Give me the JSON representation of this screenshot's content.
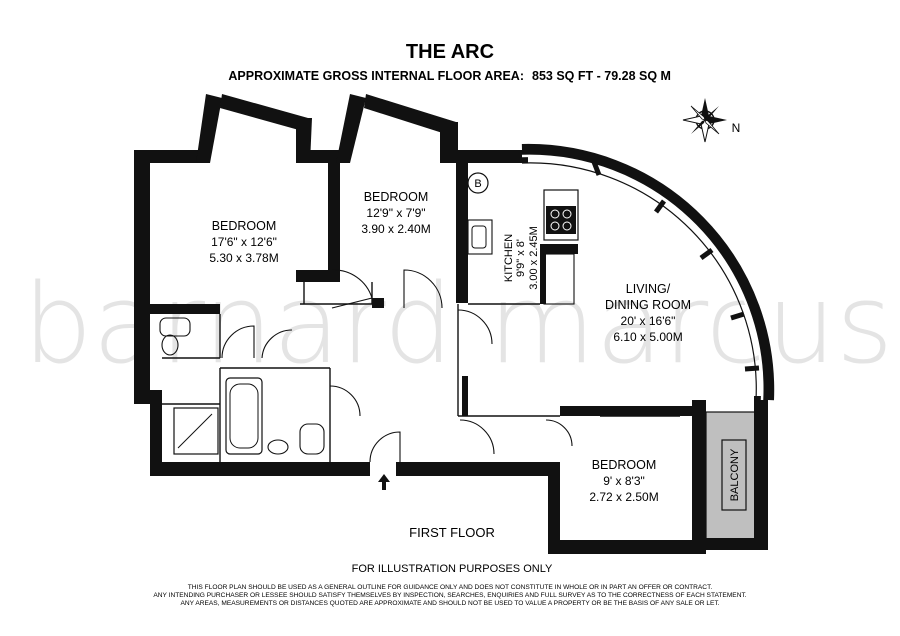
{
  "header": {
    "title": "THE ARC",
    "area_label": "APPROXIMATE GROSS INTERNAL FLOOR AREA:",
    "area_value": "853 SQ FT  -  79.28 SQ M"
  },
  "watermark": "barnard marcus",
  "compass": {
    "north_label": "N"
  },
  "rooms": {
    "bedroom1": {
      "name": "BEDROOM",
      "imperial": "17'6\" x 12'6\"",
      "metric": "5.30 x 3.78M"
    },
    "bedroom2": {
      "name": "BEDROOM",
      "imperial": "12'9\" x 7'9\"",
      "metric": "3.90 x 2.40M"
    },
    "kitchen": {
      "name": "KITCHEN",
      "imperial": "9'9\" x 8'",
      "metric": "3.00 x 2.45M"
    },
    "living": {
      "name_line1": "LIVING/",
      "name_line2": "DINING ROOM",
      "imperial": "20' x 16'6\"",
      "metric": "6.10 x 5.00M"
    },
    "bedroom3": {
      "name": "BEDROOM",
      "imperial": "9' x 8'3\"",
      "metric": "2.72 x 2.50M"
    },
    "balcony": {
      "name": "BALCONY"
    },
    "boiler": {
      "label": "B"
    }
  },
  "floor_label": "FIRST FLOOR",
  "illustration_note": "FOR ILLUSTRATION PURPOSES ONLY",
  "disclaimer": [
    "THIS FLOOR PLAN SHOULD BE USED AS A GENERAL OUTLINE FOR GUIDANCE ONLY AND DOES NOT CONSTITUTE IN WHOLE OR IN PART AN OFFER OR CONTRACT.",
    "ANY INTENDING PURCHASER OR LESSEE SHOULD SATISFY THEMSELVES BY INSPECTION, SEARCHES, ENQUIRIES AND FULL SURVEY AS TO THE CORRECTNESS OF EACH STATEMENT.",
    "ANY AREAS, MEASUREMENTS OR DISTANCES QUOTED ARE APPROXIMATE AND SHOULD NOT BE USED TO VALUE A PROPERTY OR BE THE BASIS OF ANY SALE OR LET."
  ],
  "colors": {
    "wall": "#111111",
    "balcony": "#bfbfbf",
    "watermark": "#e4e4e4"
  }
}
